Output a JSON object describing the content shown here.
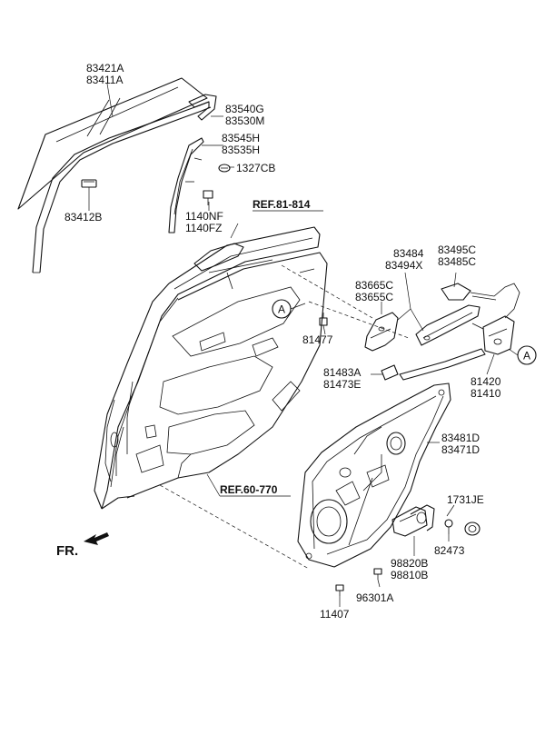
{
  "labels": {
    "glass_a": "83421A",
    "glass_b": "83411A",
    "glass_clip": "83412B",
    "run_a": "83540G",
    "run_b": "83530M",
    "channel_a": "83545H",
    "channel_b": "83535H",
    "grommet": "1327CB",
    "bolt_a": "1140NF",
    "bolt_b": "1140FZ",
    "screw_81477": "81477",
    "handle_a": "83665C",
    "handle_b": "83655C",
    "rod_a": "83484",
    "rod_b": "83494X",
    "latch_cable_a": "83495C",
    "latch_cable_b": "83485C",
    "latch_a": "81420",
    "latch_b": "81410",
    "lock_a": "81483A",
    "lock_b": "81473E",
    "regulator_a": "83481D",
    "regulator_b": "83471D",
    "motor_a": "98820B",
    "motor_b": "98810B",
    "seal_1731JE": "1731JE",
    "bolt_82473": "82473",
    "bolt_96301A": "96301A",
    "bolt_11407": "11407"
  },
  "refs": {
    "ref_top": "REF.81-814",
    "ref_mid": "REF.60-770"
  },
  "markers": {
    "circle_a_left": "A",
    "circle_a_right": "A"
  },
  "direction": {
    "front": "FR."
  }
}
